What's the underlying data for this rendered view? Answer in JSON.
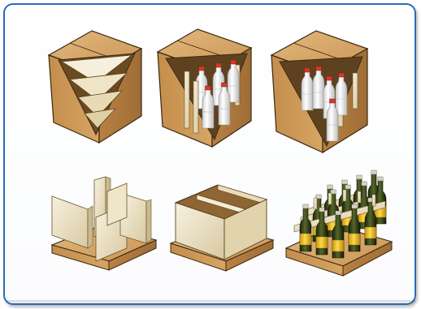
{
  "illustration": {
    "top_row": [
      "cube-box-triangular-inserts",
      "cube-box-bottles-in-pockets",
      "cube-box-bottles-diagonal"
    ],
    "bottom_row": [
      "tray-with-partition-inserts",
      "open-box-with-divider",
      "tray-with-bottle-grid"
    ]
  },
  "colors": {
    "frame_border": "#2a6db5",
    "cardboard_light": "#d9ad6f",
    "cardboard_mid": "#c79555",
    "cardboard_dark": "#9a6c37",
    "insert_light": "#f2ead3",
    "bottle_white": "#f5f5f5",
    "bottle_cap": "#d23a2a",
    "wine_bottle": "#2f3b16",
    "wine_label": "#f0c12c"
  }
}
